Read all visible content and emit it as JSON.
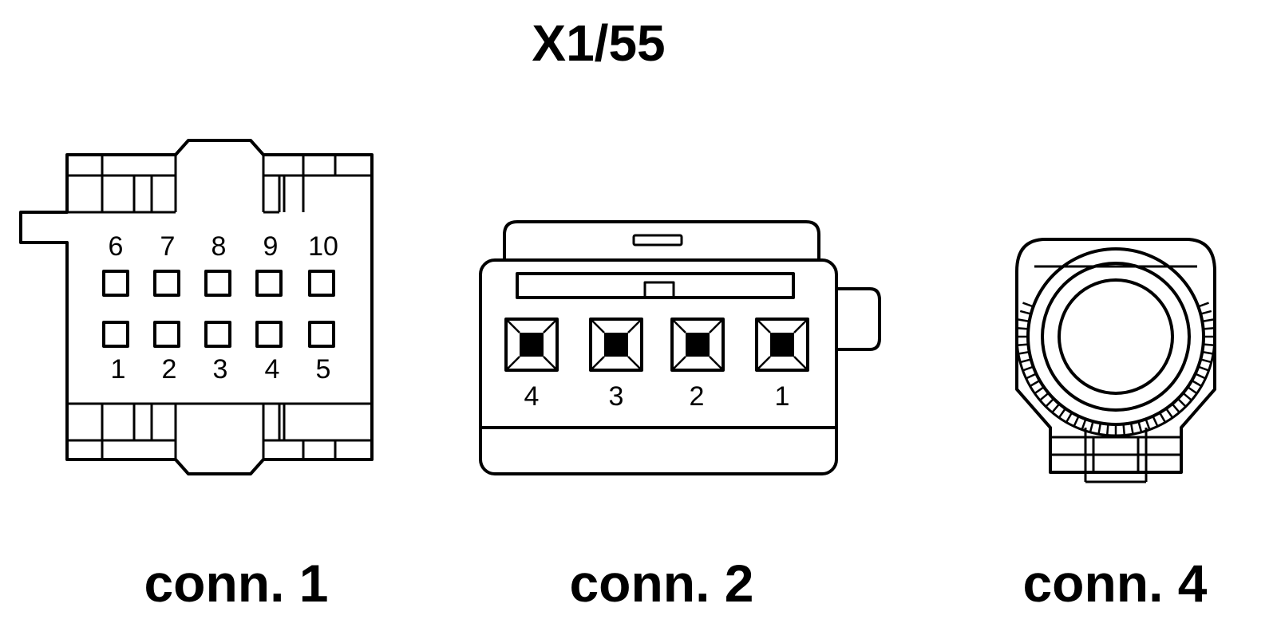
{
  "title": "X1/55",
  "colors": {
    "line": "#000000",
    "background": "#ffffff"
  },
  "connectors": [
    {
      "id": "conn1",
      "caption": "conn. 1",
      "pins_top": [
        "6",
        "7",
        "8",
        "9",
        "10"
      ],
      "pins_bottom": [
        "1",
        "2",
        "3",
        "4",
        "5"
      ]
    },
    {
      "id": "conn2",
      "caption": "conn. 2",
      "pins": [
        "4",
        "3",
        "2",
        "1"
      ]
    },
    {
      "id": "conn4",
      "caption": "conn. 4"
    }
  ]
}
